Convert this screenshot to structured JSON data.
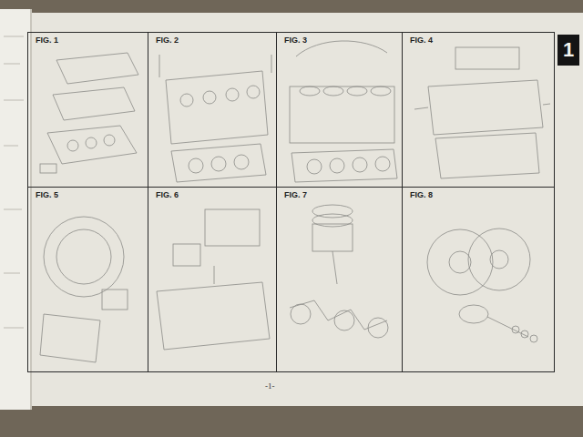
{
  "diagram": {
    "nodes": [
      {
        "text": [
          "FIG. 1"
        ]
      },
      {
        "text": [
          "FIG. 2"
        ]
      },
      {
        "text": [
          "FIG. 3"
        ]
      },
      {
        "text": [
          "FIG. 4"
        ]
      },
      {
        "text": [
          "FIG. 5"
        ]
      },
      {
        "text": [
          "FIG. 6"
        ]
      },
      {
        "text": [
          "FIG. 7"
        ]
      },
      {
        "text": [
          "FIG. 8"
        ]
      },
      {
        "text": [
          "1"
        ]
      }
    ],
    "labels": [
      "-1-"
    ]
  }
}
